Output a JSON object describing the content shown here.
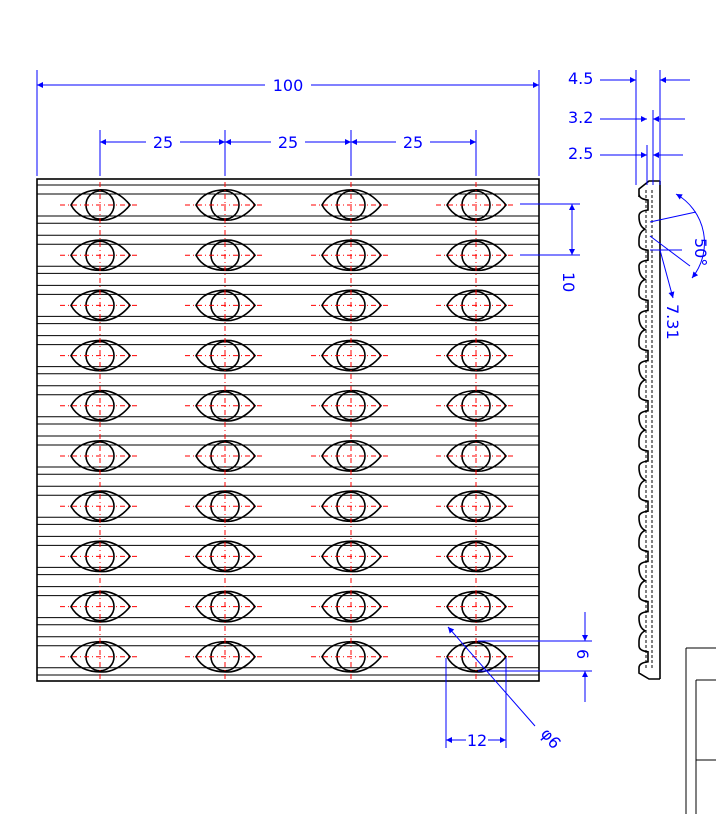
{
  "colors": {
    "dimension": "#0000ff",
    "object": "#000000",
    "centerline": "#ff0000",
    "background": "#ffffff"
  },
  "dimensions": {
    "overall_width": "100",
    "hole_pitch_1": "25",
    "hole_pitch_2": "25",
    "hole_pitch_3": "25",
    "row_pitch": "10",
    "thickness_outer": "4.5",
    "thickness_mid": "3.2",
    "thickness_inner": "2.5",
    "groove_angle": "50°",
    "groove_depth": "7.31",
    "slot_height": "6",
    "slot_length": "12",
    "hole_diameter": "φ6"
  },
  "plate": {
    "columns": 4,
    "rows": 10
  }
}
